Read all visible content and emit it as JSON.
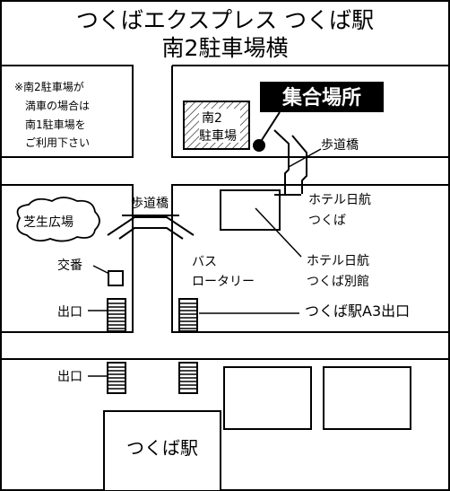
{
  "title": {
    "line1": "つくばエクスプレス つくば駅",
    "line2": "南2駐車場横"
  },
  "note": {
    "line1": "※南2駐車場が",
    "line2": "満車の場合は",
    "line3": "南1駐車場を",
    "line4": "ご利用下さい"
  },
  "meeting_point": "集合場所",
  "parking": {
    "line1": "南2",
    "line2": "駐車場"
  },
  "labels": {
    "pedestrian_bridge_right": "歩道橋",
    "pedestrian_bridge_left": "歩道橋",
    "hotel_name": {
      "line1": "ホテル日航",
      "line2": "つくば"
    },
    "hotel_annex": {
      "line1": "ホテル日航",
      "line2": "つくば別館"
    },
    "park": "芝生広場",
    "police_box": "交番",
    "bus_terminal": {
      "line1": "バス",
      "line2": "ロータリー"
    },
    "exit_upper": "出口",
    "exit_lower": "出口",
    "station_exit": "つくば駅A3出口",
    "station": "つくば駅"
  },
  "colors": {
    "line": "#000000",
    "background": "#ffffff",
    "badge_bg": "#000000",
    "badge_text": "#ffffff"
  }
}
